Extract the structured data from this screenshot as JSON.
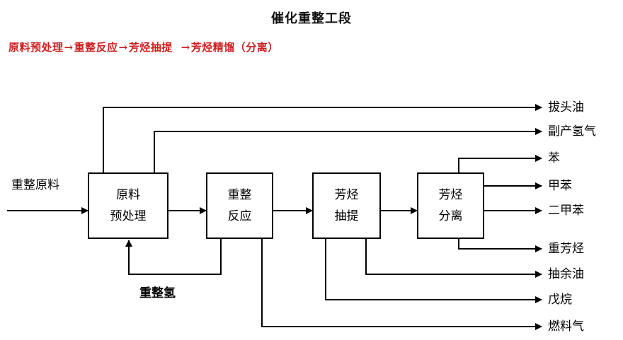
{
  "title": "催化重整工段",
  "flow": {
    "steps": [
      "原料预处理",
      "重整反应",
      "芳烃抽提",
      "芳烃精馏（分离）"
    ],
    "arrow": "→"
  },
  "boxes": {
    "pretreatment": {
      "line1": "原料",
      "line2": "预处理"
    },
    "reforming": {
      "line1": "重整",
      "line2": "反应"
    },
    "extraction": {
      "line1": "芳烃",
      "line2": "抽提"
    },
    "separation": {
      "line1": "芳烃",
      "line2": "分离"
    }
  },
  "feed_label": "重整原料",
  "recycle_label": "重整氢",
  "outputs": {
    "topped_oil": "拔头油",
    "byproduct_hydrogen": "副产氢气",
    "benzene": "苯",
    "toluene": "甲苯",
    "xylene": "二甲苯",
    "heavy_aromatics": "重芳烃",
    "raffinate": "抽余油",
    "pentane": "戊烷",
    "fuel_gas": "燃料气"
  },
  "colors": {
    "flow_text": "#cc1f1f",
    "line": "#000000"
  }
}
